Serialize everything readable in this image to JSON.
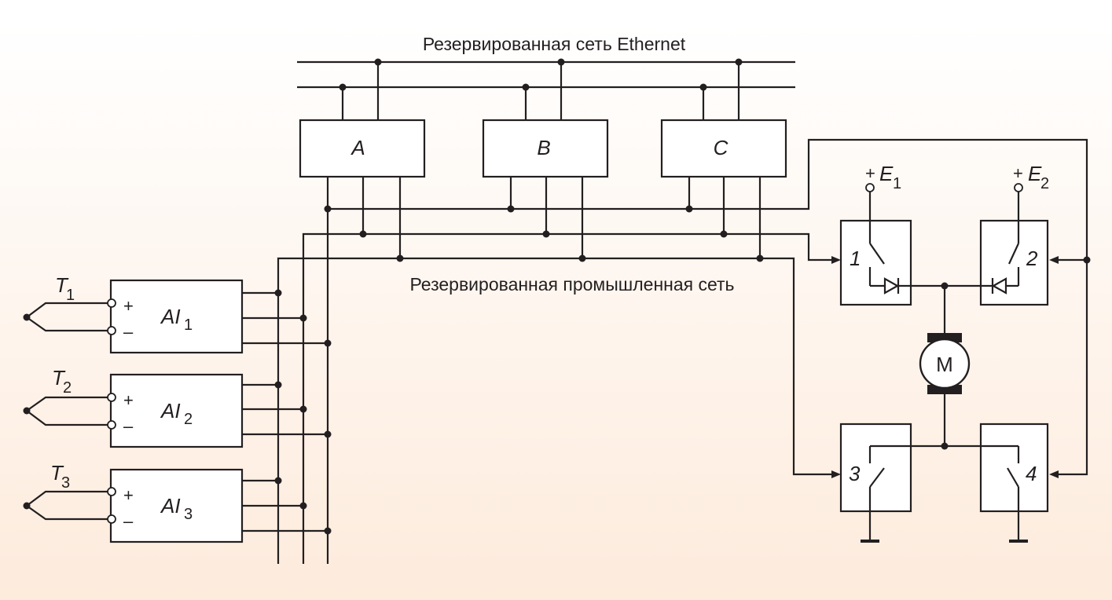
{
  "colors": {
    "background_top": "#ffffff",
    "background_bottom": "#fdebdc",
    "stroke": "#231f20",
    "motor_brush": "#231f20"
  },
  "networks": {
    "ethernet_label": "Резервированная сеть Ethernet",
    "fieldbus_label": "Резервированная промышленная сеть"
  },
  "controllers": [
    {
      "label": "A"
    },
    {
      "label": "B"
    },
    {
      "label": "C"
    }
  ],
  "sensors": [
    {
      "label": "T",
      "sub": "1"
    },
    {
      "label": "T",
      "sub": "2"
    },
    {
      "label": "T",
      "sub": "3"
    }
  ],
  "analog_inputs": [
    {
      "label": "AI",
      "sub": "1",
      "plus": "+",
      "minus": "–"
    },
    {
      "label": "AI",
      "sub": "2",
      "plus": "+",
      "minus": "–"
    },
    {
      "label": "AI",
      "sub": "3",
      "plus": "+",
      "minus": "–"
    }
  ],
  "supplies": [
    {
      "sign": "+",
      "label": "E",
      "sub": "1"
    },
    {
      "sign": "+",
      "label": "E",
      "sub": "2"
    }
  ],
  "switches": [
    {
      "label": "1"
    },
    {
      "label": "2"
    },
    {
      "label": "3"
    },
    {
      "label": "4"
    }
  ],
  "motor": {
    "label": "M"
  },
  "icons": [
    "thermocouple-icon",
    "diode-icon",
    "switch-contact-icon",
    "ground-icon",
    "motor-icon",
    "terminal-icon"
  ]
}
